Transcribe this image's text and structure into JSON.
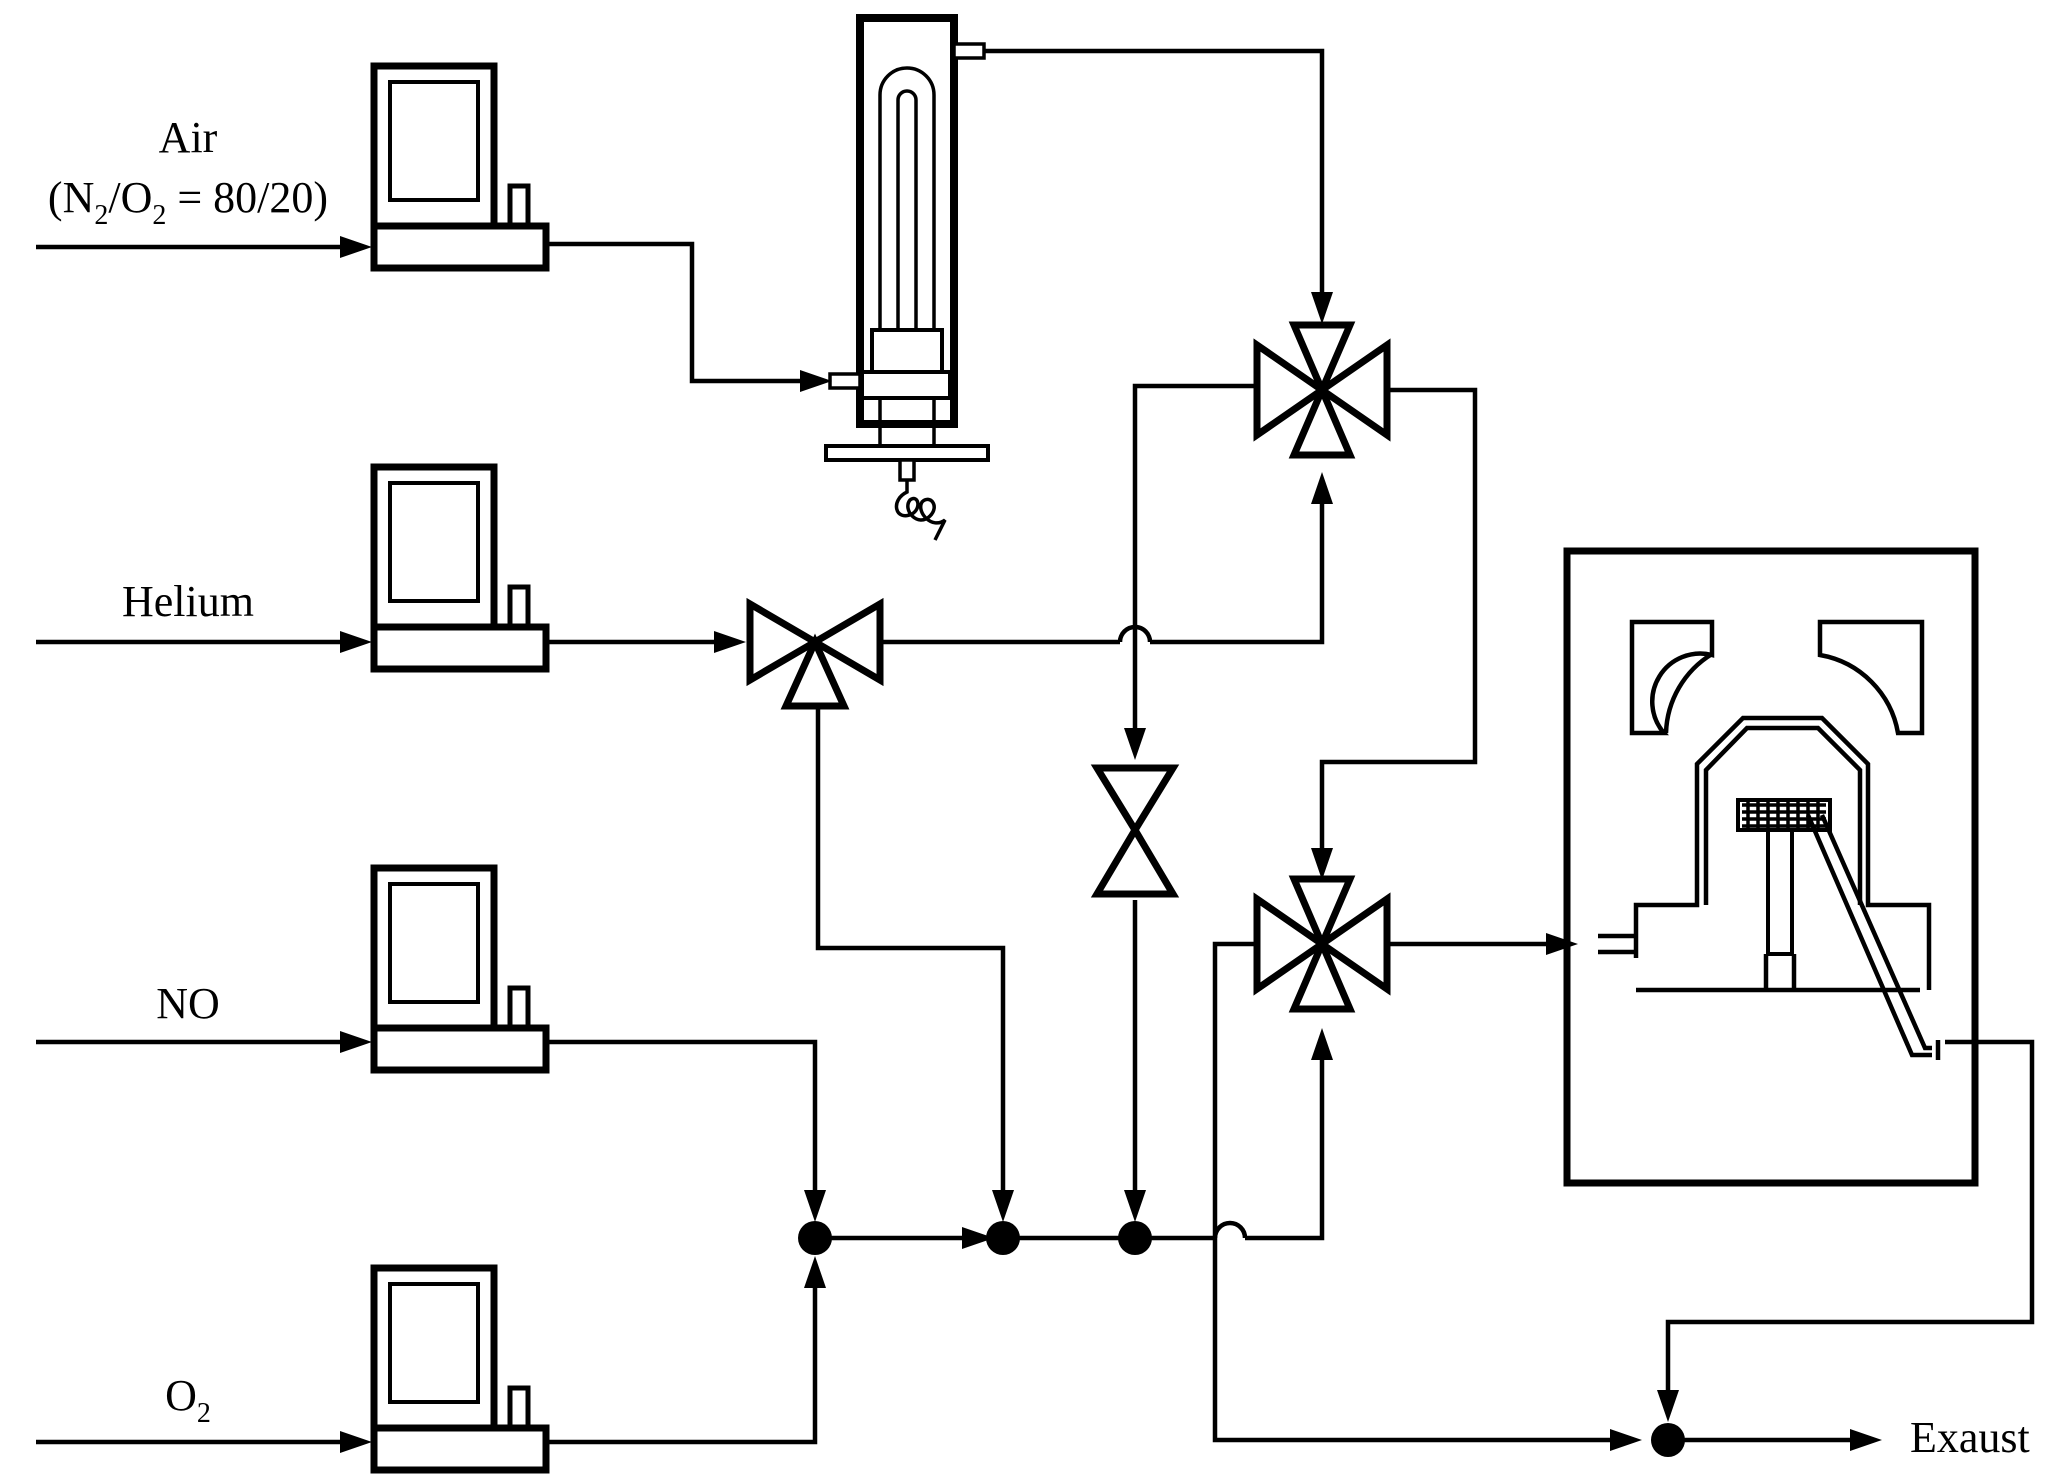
{
  "labels": {
    "air_line1": "Air",
    "air_line2_a": "(N",
    "air_line2_sub1": "2",
    "air_line2_b": "/O",
    "air_line2_sub2": "2",
    "air_line2_c": " = 80/20)",
    "helium": "Helium",
    "no": "NO",
    "o2_main": "O",
    "o2_sub": "2",
    "exhaust": "Exaust"
  },
  "components": {
    "mass_flow_controllers": [
      "air",
      "helium",
      "no",
      "o2"
    ],
    "ozone_generator": "uv-lamp-icon",
    "three_way_valve": "three-way-valve-icon",
    "four_way_valves": [
      "four-way-valve-icon",
      "four-way-valve-icon"
    ],
    "shutoff_valve": "two-way-valve-icon",
    "reaction_cell": "reaction-cell-icon",
    "junctions": 4
  }
}
